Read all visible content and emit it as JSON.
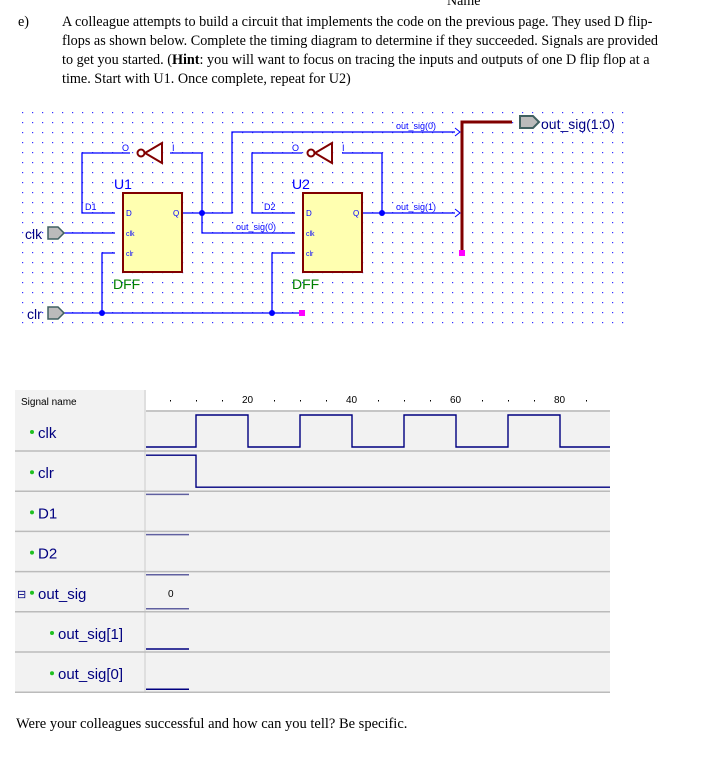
{
  "header": {
    "name_label": "Name"
  },
  "question": {
    "label": "e)",
    "text_1": "A colleague attempts to build a circuit that implements the code on the previous page. They used D flip-flops as shown below. Complete the timing diagram to determine if they succeeded. Signals are provided to get you started. (",
    "hint_bold": "Hint",
    "text_2": ": you will want to focus on tracing the inputs and outputs of one D flip flop at a time. Start with U1. Once complete, repeat for U2)"
  },
  "schematic": {
    "u1": {
      "name": "U1",
      "type": "DFF",
      "pins": {
        "d": "D",
        "clk": "clk",
        "clr": "clr",
        "q": "Q"
      }
    },
    "u2": {
      "name": "U2",
      "type": "DFF",
      "pins": {
        "d": "D",
        "clk": "clk",
        "clr": "clr",
        "q": "Q"
      }
    },
    "inv1": {
      "out": "O",
      "in": "I"
    },
    "inv2": {
      "out": "O",
      "in": "I"
    },
    "net_d1": "D1",
    "net_d2": "D2",
    "net_out0_clk": "out_sig(0)",
    "net_out0": "out_sig(0)",
    "net_out1": "out_sig(1)",
    "port_clk": "clk",
    "port_clr": "clr",
    "port_out": "out_sig(1:0)",
    "colors": {
      "wire": "#0000ff",
      "bus": "#800000",
      "box_fill": "#ffffb0",
      "box_border": "#800000",
      "dff_label": "#008000"
    }
  },
  "timing": {
    "header": "Signal name",
    "ticks": [
      "20",
      "40",
      "60",
      "80"
    ],
    "signals": [
      {
        "name": "clk",
        "kind": "clock",
        "first_rise": 10,
        "period": 20
      },
      {
        "name": "clr",
        "kind": "step",
        "high_until": 10
      },
      {
        "name": "D1",
        "kind": "partial"
      },
      {
        "name": "D2",
        "kind": "partial"
      },
      {
        "name": "out_sig",
        "kind": "bus",
        "value": "0"
      },
      {
        "name": "out_sig[1]",
        "kind": "low_partial"
      },
      {
        "name": "out_sig[0]",
        "kind": "low_partial"
      }
    ]
  },
  "footer": {
    "question": "Were your colleagues successful and how can you tell? Be specific."
  }
}
